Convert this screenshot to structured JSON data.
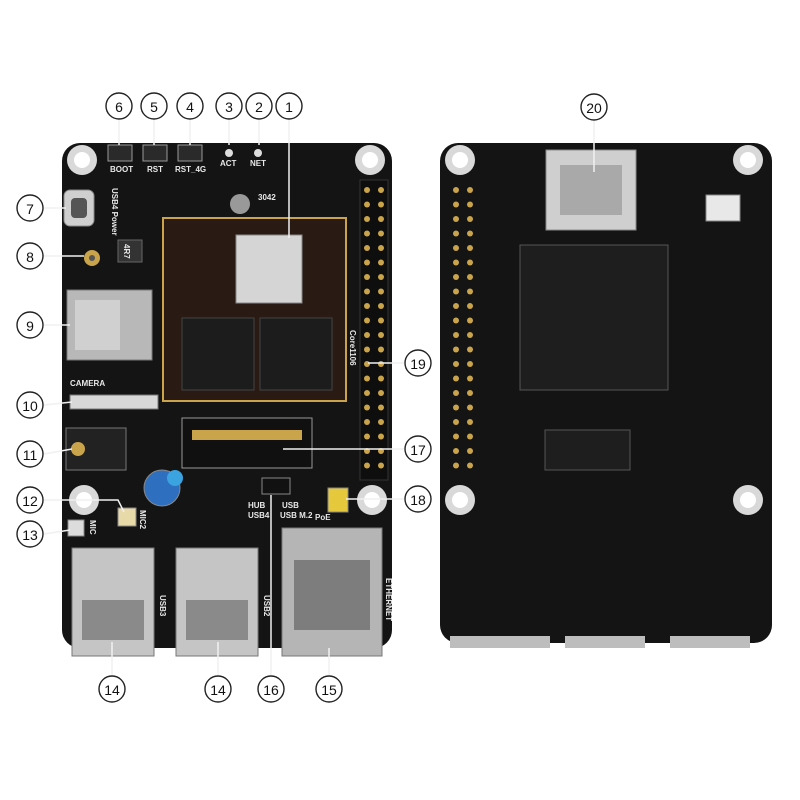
{
  "callouts": [
    {
      "id": "1",
      "text": "1"
    },
    {
      "id": "2",
      "text": "2"
    },
    {
      "id": "3",
      "text": "3"
    },
    {
      "id": "4",
      "text": "4"
    },
    {
      "id": "5",
      "text": "5"
    },
    {
      "id": "6",
      "text": "6"
    },
    {
      "id": "7",
      "text": "7"
    },
    {
      "id": "8",
      "text": "8"
    },
    {
      "id": "9",
      "text": "9"
    },
    {
      "id": "10",
      "text": "10"
    },
    {
      "id": "11",
      "text": "11"
    },
    {
      "id": "12",
      "text": "12"
    },
    {
      "id": "13",
      "text": "13"
    },
    {
      "id": "14a",
      "text": "14"
    },
    {
      "id": "14b",
      "text": "14"
    },
    {
      "id": "15",
      "text": "15"
    },
    {
      "id": "16",
      "text": "16"
    },
    {
      "id": "17",
      "text": "17"
    },
    {
      "id": "18",
      "text": "18"
    },
    {
      "id": "19",
      "text": "19"
    },
    {
      "id": "20",
      "text": "20"
    }
  ],
  "silkscreen": {
    "boot": "BOOT",
    "rst": "RST",
    "rst_4g": "RST_4G",
    "act": "ACT",
    "net": "NET",
    "usb_power": "USB4 Power",
    "camera": "CAMERA",
    "code_3042": "3042",
    "core": "Core1106",
    "ethernet": "ETHERNET",
    "hub": "HUB",
    "usb_m2": "USB M.2",
    "usb4": "USB4",
    "usb": "USB",
    "poe": "PoE",
    "mic": "MIC",
    "mic2": "MIC2",
    "usb3": "USB3",
    "usb2": "USB2",
    "inductor": "4R7"
  },
  "colors": {
    "pcb": "#121212",
    "gold": "#c9a44a",
    "metal": "#bdbdbd",
    "callout_stroke": "#222222"
  }
}
